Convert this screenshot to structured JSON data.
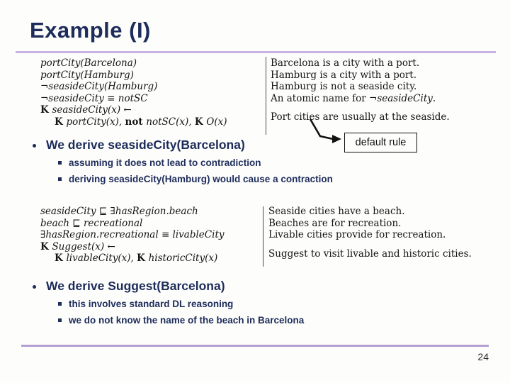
{
  "slide": {
    "title": "Example (I)",
    "page_number": "24"
  },
  "colors": {
    "title_navy": "#1d2c5b",
    "divider_purple_top": "#c6b3e2",
    "divider_purple_bottom": "#b5a0d3",
    "formula_ink": "#141414",
    "background": "#fdfdfb"
  },
  "kb1": {
    "formulas": [
      {
        "segments": [
          {
            "text": "portCity(Barcelona)",
            "style": "it"
          }
        ]
      },
      {
        "segments": [
          {
            "text": "portCity(Hamburg)",
            "style": "it"
          }
        ]
      },
      {
        "segments": [
          {
            "text": "¬seasideCity(Hamburg)",
            "style": "it"
          }
        ]
      },
      {
        "segments": [
          {
            "text": "¬seasideCity ≡ notSC",
            "style": "it"
          }
        ]
      },
      {
        "segments": [
          {
            "text": "K ",
            "style": "b"
          },
          {
            "text": "seasideCity(x) ←",
            "style": "it"
          }
        ]
      },
      {
        "indent": true,
        "segments": [
          {
            "text": "K ",
            "style": "b"
          },
          {
            "text": "portCity(x), ",
            "style": "it"
          },
          {
            "text": "not ",
            "style": "b"
          },
          {
            "text": "notSC(x), ",
            "style": "it"
          },
          {
            "text": "K ",
            "style": "b"
          },
          {
            "text": "O(x)",
            "style": "it"
          }
        ]
      }
    ],
    "prose": [
      {
        "segments": [
          {
            "text": "Barcelona is a city with a port.",
            "style": "rm"
          }
        ]
      },
      {
        "segments": [
          {
            "text": "Hamburg is a city with a port.",
            "style": "rm"
          }
        ]
      },
      {
        "segments": [
          {
            "text": "Hamburg is not a seaside city.",
            "style": "rm"
          }
        ]
      },
      {
        "segments": [
          {
            "text": "An atomic name for ",
            "style": "rm"
          },
          {
            "text": "¬seasideCity",
            "style": "it"
          },
          {
            "text": ".",
            "style": "rm"
          }
        ]
      },
      {
        "gap": true,
        "segments": [
          {
            "text": "Port cities are usually at the seaside.",
            "style": "rm"
          }
        ]
      }
    ]
  },
  "callout": {
    "label": "default rule"
  },
  "bullet1": {
    "label": "We derive seasideCity(Barcelona)",
    "subs": [
      "assuming it does not lead to contradiction",
      "deriving seasideCity(Hamburg) would cause a contraction"
    ]
  },
  "kb2": {
    "formulas": [
      {
        "segments": [
          {
            "text": "seasideCity ⊑ ∃hasRegion.beach",
            "style": "it"
          }
        ]
      },
      {
        "segments": [
          {
            "text": "beach ⊑ recreational",
            "style": "it"
          }
        ]
      },
      {
        "segments": [
          {
            "text": "∃hasRegion.recreational ≡ livableCity",
            "style": "it"
          }
        ]
      },
      {
        "segments": [
          {
            "text": "K ",
            "style": "b"
          },
          {
            "text": "Suggest(x) ←",
            "style": "it"
          }
        ]
      },
      {
        "indent": true,
        "segments": [
          {
            "text": "K ",
            "style": "b"
          },
          {
            "text": "livableCity(x), ",
            "style": "it"
          },
          {
            "text": "K ",
            "style": "b"
          },
          {
            "text": "historicCity(x)",
            "style": "it"
          }
        ]
      }
    ],
    "prose": [
      {
        "segments": [
          {
            "text": "Seaside cities have a beach.",
            "style": "rm"
          }
        ]
      },
      {
        "segments": [
          {
            "text": "Beaches are for recreation.",
            "style": "rm"
          }
        ]
      },
      {
        "segments": [
          {
            "text": "Livable cities provide for recreation.",
            "style": "rm"
          }
        ]
      },
      {
        "gap": true,
        "segments": [
          {
            "text": "Suggest to visit livable and historic cities.",
            "style": "rm"
          }
        ]
      }
    ]
  },
  "bullet2": {
    "label": "We derive Suggest(Barcelona)",
    "subs": [
      "this involves standard DL reasoning",
      "we do not know the name of the beach in Barcelona"
    ]
  }
}
